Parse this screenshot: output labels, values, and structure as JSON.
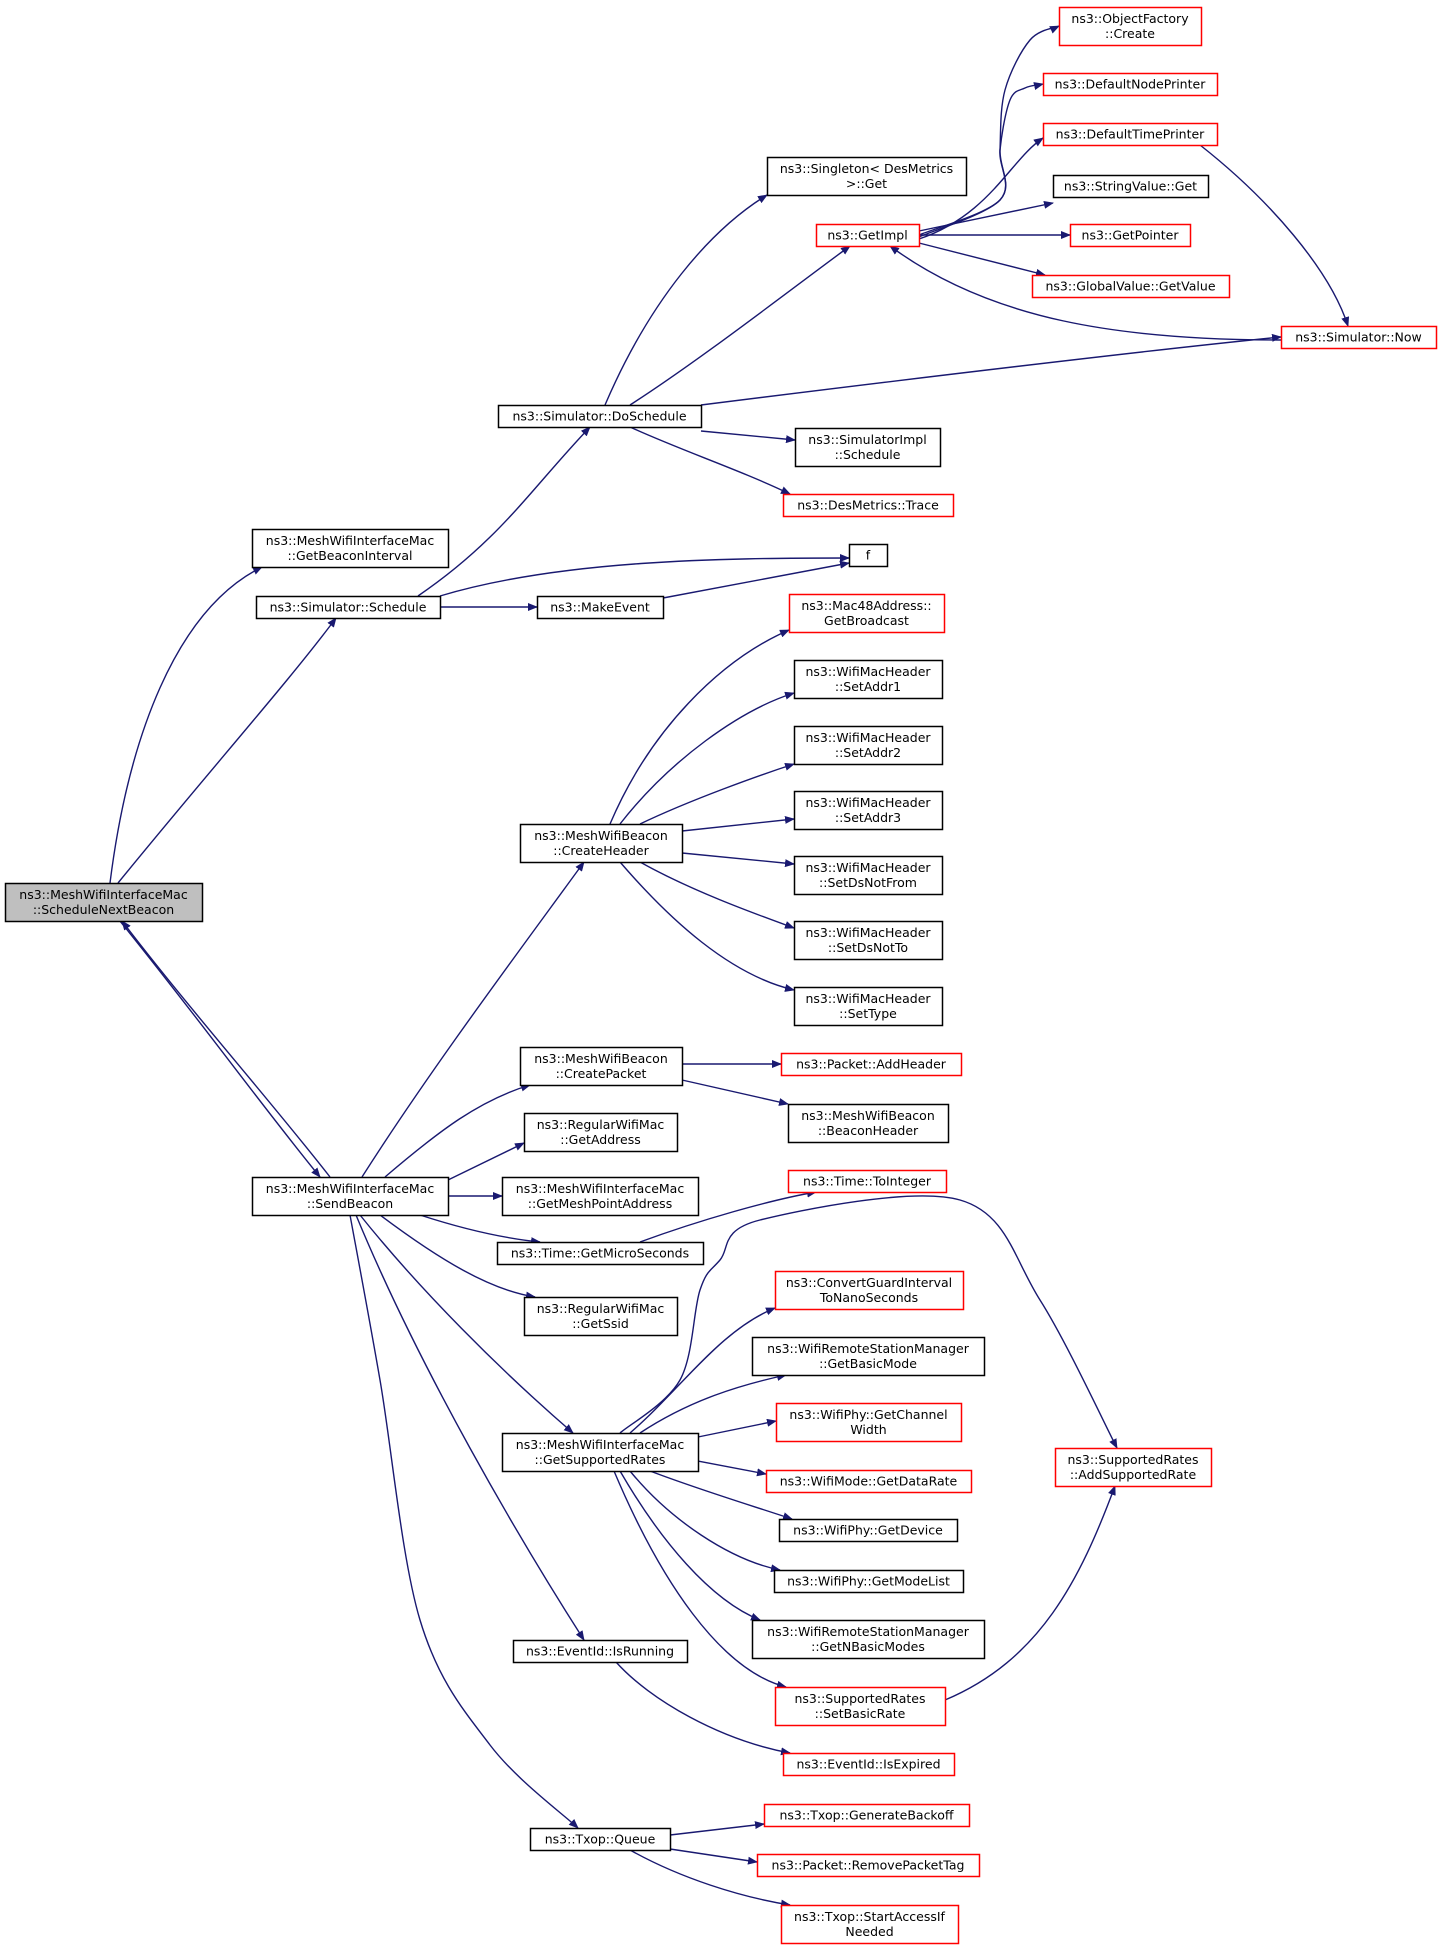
{
  "diagram": {
    "colors": {
      "edge": "#191970",
      "focus_fill": "#bfbfbf",
      "normal_border": "#000000",
      "undocumented_border": "#ff0000"
    },
    "nodes": [
      {
        "id": "n_schednext",
        "lines": [
          "ns3::MeshWifiInterfaceMac",
          "::ScheduleNextBeacon"
        ],
        "style": "focus"
      },
      {
        "id": "n_getbeaconint",
        "lines": [
          "ns3::MeshWifiInterfaceMac",
          "::GetBeaconInterval"
        ],
        "style": "normal"
      },
      {
        "id": "n_schedule",
        "lines": [
          "ns3::Simulator::Schedule"
        ],
        "style": "normal"
      },
      {
        "id": "n_doschedule",
        "lines": [
          "ns3::Simulator::DoSchedule"
        ],
        "style": "normal"
      },
      {
        "id": "n_singleton",
        "lines": [
          "ns3::Singleton< DesMetrics",
          ">::Get"
        ],
        "style": "normal"
      },
      {
        "id": "n_getimpl",
        "lines": [
          "ns3::GetImpl"
        ],
        "style": "red"
      },
      {
        "id": "n_objfactory",
        "lines": [
          "ns3::ObjectFactory",
          "::Create"
        ],
        "style": "red"
      },
      {
        "id": "n_defnode",
        "lines": [
          "ns3::DefaultNodePrinter"
        ],
        "style": "red"
      },
      {
        "id": "n_deftime",
        "lines": [
          "ns3::DefaultTimePrinter"
        ],
        "style": "red"
      },
      {
        "id": "n_strget",
        "lines": [
          "ns3::StringValue::Get"
        ],
        "style": "normal"
      },
      {
        "id": "n_getpointer",
        "lines": [
          "ns3::GetPointer"
        ],
        "style": "red"
      },
      {
        "id": "n_globalval",
        "lines": [
          "ns3::GlobalValue::GetValue"
        ],
        "style": "red"
      },
      {
        "id": "n_simnow",
        "lines": [
          "ns3::Simulator::Now"
        ],
        "style": "red"
      },
      {
        "id": "n_simimpl",
        "lines": [
          "ns3::SimulatorImpl",
          "::Schedule"
        ],
        "style": "normal"
      },
      {
        "id": "n_trace",
        "lines": [
          "ns3::DesMetrics::Trace"
        ],
        "style": "red"
      },
      {
        "id": "n_f",
        "lines": [
          "f"
        ],
        "style": "normal"
      },
      {
        "id": "n_makeevent",
        "lines": [
          "ns3::MakeEvent"
        ],
        "style": "normal"
      },
      {
        "id": "n_mac48",
        "lines": [
          "ns3::Mac48Address::",
          "GetBroadcast"
        ],
        "style": "red"
      },
      {
        "id": "n_setaddr1",
        "lines": [
          "ns3::WifiMacHeader",
          "::SetAddr1"
        ],
        "style": "normal"
      },
      {
        "id": "n_setaddr2",
        "lines": [
          "ns3::WifiMacHeader",
          "::SetAddr2"
        ],
        "style": "normal"
      },
      {
        "id": "n_setaddr3",
        "lines": [
          "ns3::WifiMacHeader",
          "::SetAddr3"
        ],
        "style": "normal"
      },
      {
        "id": "n_createheader",
        "lines": [
          "ns3::MeshWifiBeacon",
          "::CreateHeader"
        ],
        "style": "normal"
      },
      {
        "id": "n_setdsnotfrom",
        "lines": [
          "ns3::WifiMacHeader",
          "::SetDsNotFrom"
        ],
        "style": "normal"
      },
      {
        "id": "n_setdsnotto",
        "lines": [
          "ns3::WifiMacHeader",
          "::SetDsNotTo"
        ],
        "style": "normal"
      },
      {
        "id": "n_settype",
        "lines": [
          "ns3::WifiMacHeader",
          "::SetType"
        ],
        "style": "normal"
      },
      {
        "id": "n_createpacket",
        "lines": [
          "ns3::MeshWifiBeacon",
          "::CreatePacket"
        ],
        "style": "normal"
      },
      {
        "id": "n_addheader",
        "lines": [
          "ns3::Packet::AddHeader"
        ],
        "style": "red"
      },
      {
        "id": "n_beaconheader",
        "lines": [
          "ns3::MeshWifiBeacon",
          "::BeaconHeader"
        ],
        "style": "normal"
      },
      {
        "id": "n_getaddress",
        "lines": [
          "ns3::RegularWifiMac",
          "::GetAddress"
        ],
        "style": "normal"
      },
      {
        "id": "n_sendbeacon",
        "lines": [
          "ns3::MeshWifiInterfaceMac",
          "::SendBeacon"
        ],
        "style": "normal"
      },
      {
        "id": "n_getmeshpoint",
        "lines": [
          "ns3::MeshWifiInterfaceMac",
          "::GetMeshPointAddress"
        ],
        "style": "normal"
      },
      {
        "id": "n_tointeger",
        "lines": [
          "ns3::Time::ToInteger"
        ],
        "style": "red"
      },
      {
        "id": "n_getmicro",
        "lines": [
          "ns3::Time::GetMicroSeconds"
        ],
        "style": "normal"
      },
      {
        "id": "n_convguard",
        "lines": [
          "ns3::ConvertGuardInterval",
          "ToNanoSeconds"
        ],
        "style": "red"
      },
      {
        "id": "n_getssid",
        "lines": [
          "ns3::RegularWifiMac",
          "::GetSsid"
        ],
        "style": "normal"
      },
      {
        "id": "n_getbasicmode",
        "lines": [
          "ns3::WifiRemoteStationManager",
          "::GetBasicMode"
        ],
        "style": "normal"
      },
      {
        "id": "n_getchanwidth",
        "lines": [
          "ns3::WifiPhy::GetChannel",
          "Width"
        ],
        "style": "red"
      },
      {
        "id": "n_getsuprates",
        "lines": [
          "ns3::MeshWifiInterfaceMac",
          "::GetSupportedRates"
        ],
        "style": "normal"
      },
      {
        "id": "n_getdatarate",
        "lines": [
          "ns3::WifiMode::GetDataRate"
        ],
        "style": "red"
      },
      {
        "id": "n_addsuprate",
        "lines": [
          "ns3::SupportedRates",
          "::AddSupportedRate"
        ],
        "style": "red"
      },
      {
        "id": "n_getdevice",
        "lines": [
          "ns3::WifiPhy::GetDevice"
        ],
        "style": "normal"
      },
      {
        "id": "n_getmodelist",
        "lines": [
          "ns3::WifiPhy::GetModeList"
        ],
        "style": "normal"
      },
      {
        "id": "n_getnbasic",
        "lines": [
          "ns3::WifiRemoteStationManager",
          "::GetNBasicModes"
        ],
        "style": "normal"
      },
      {
        "id": "n_isrunning",
        "lines": [
          "ns3::EventId::IsRunning"
        ],
        "style": "normal"
      },
      {
        "id": "n_setbasicrate",
        "lines": [
          "ns3::SupportedRates",
          "::SetBasicRate"
        ],
        "style": "red"
      },
      {
        "id": "n_isexpired",
        "lines": [
          "ns3::EventId::IsExpired"
        ],
        "style": "red"
      },
      {
        "id": "n_genbackoff",
        "lines": [
          "ns3::Txop::GenerateBackoff"
        ],
        "style": "red"
      },
      {
        "id": "n_txopqueue",
        "lines": [
          "ns3::Txop::Queue"
        ],
        "style": "normal"
      },
      {
        "id": "n_rmpkttag",
        "lines": [
          "ns3::Packet::RemovePacketTag"
        ],
        "style": "red"
      },
      {
        "id": "n_startaccess",
        "lines": [
          "ns3::Txop::StartAccessIf",
          "Needed"
        ],
        "style": "red"
      }
    ],
    "edges": [
      {
        "from": "n_schednext",
        "to": "n_getbeaconint"
      },
      {
        "from": "n_schednext",
        "to": "n_schedule"
      },
      {
        "from": "n_schednext",
        "to": "n_sendbeacon"
      },
      {
        "from": "n_sendbeacon",
        "to": "n_schednext"
      },
      {
        "from": "n_schedule",
        "to": "n_doschedule"
      },
      {
        "from": "n_schedule",
        "to": "n_f"
      },
      {
        "from": "n_schedule",
        "to": "n_makeevent"
      },
      {
        "from": "n_makeevent",
        "to": "n_f"
      },
      {
        "from": "n_doschedule",
        "to": "n_singleton"
      },
      {
        "from": "n_doschedule",
        "to": "n_getimpl"
      },
      {
        "from": "n_doschedule",
        "to": "n_simnow"
      },
      {
        "from": "n_doschedule",
        "to": "n_simimpl"
      },
      {
        "from": "n_doschedule",
        "to": "n_trace"
      },
      {
        "from": "n_getimpl",
        "to": "n_objfactory"
      },
      {
        "from": "n_getimpl",
        "to": "n_defnode"
      },
      {
        "from": "n_getimpl",
        "to": "n_deftime"
      },
      {
        "from": "n_getimpl",
        "to": "n_strget"
      },
      {
        "from": "n_getimpl",
        "to": "n_getpointer"
      },
      {
        "from": "n_getimpl",
        "to": "n_globalval"
      },
      {
        "from": "n_deftime",
        "to": "n_simnow"
      },
      {
        "from": "n_simnow",
        "to": "n_getimpl"
      },
      {
        "from": "n_sendbeacon",
        "to": "n_createheader"
      },
      {
        "from": "n_sendbeacon",
        "to": "n_createpacket"
      },
      {
        "from": "n_sendbeacon",
        "to": "n_getaddress"
      },
      {
        "from": "n_sendbeacon",
        "to": "n_getmeshpoint"
      },
      {
        "from": "n_sendbeacon",
        "to": "n_getmicro"
      },
      {
        "from": "n_sendbeacon",
        "to": "n_getssid"
      },
      {
        "from": "n_sendbeacon",
        "to": "n_getsuprates"
      },
      {
        "from": "n_sendbeacon",
        "to": "n_isrunning"
      },
      {
        "from": "n_sendbeacon",
        "to": "n_txopqueue"
      },
      {
        "from": "n_createheader",
        "to": "n_mac48"
      },
      {
        "from": "n_createheader",
        "to": "n_setaddr1"
      },
      {
        "from": "n_createheader",
        "to": "n_setaddr2"
      },
      {
        "from": "n_createheader",
        "to": "n_setaddr3"
      },
      {
        "from": "n_createheader",
        "to": "n_setdsnotfrom"
      },
      {
        "from": "n_createheader",
        "to": "n_setdsnotto"
      },
      {
        "from": "n_createheader",
        "to": "n_settype"
      },
      {
        "from": "n_createpacket",
        "to": "n_addheader"
      },
      {
        "from": "n_createpacket",
        "to": "n_beaconheader"
      },
      {
        "from": "n_getmicro",
        "to": "n_tointeger"
      },
      {
        "from": "n_getsuprates",
        "to": "n_convguard"
      },
      {
        "from": "n_getsuprates",
        "to": "n_getbasicmode"
      },
      {
        "from": "n_getsuprates",
        "to": "n_getchanwidth"
      },
      {
        "from": "n_getsuprates",
        "to": "n_getdatarate"
      },
      {
        "from": "n_getsuprates",
        "to": "n_getdevice"
      },
      {
        "from": "n_getsuprates",
        "to": "n_getmodelist"
      },
      {
        "from": "n_getsuprates",
        "to": "n_getnbasic"
      },
      {
        "from": "n_getsuprates",
        "to": "n_setbasicrate"
      },
      {
        "from": "n_getsuprates",
        "to": "n_addsuprate"
      },
      {
        "from": "n_setbasicrate",
        "to": "n_addsuprate"
      },
      {
        "from": "n_isrunning",
        "to": "n_isexpired"
      },
      {
        "from": "n_txopqueue",
        "to": "n_genbackoff"
      },
      {
        "from": "n_txopqueue",
        "to": "n_rmpkttag"
      },
      {
        "from": "n_txopqueue",
        "to": "n_startaccess"
      }
    ]
  }
}
